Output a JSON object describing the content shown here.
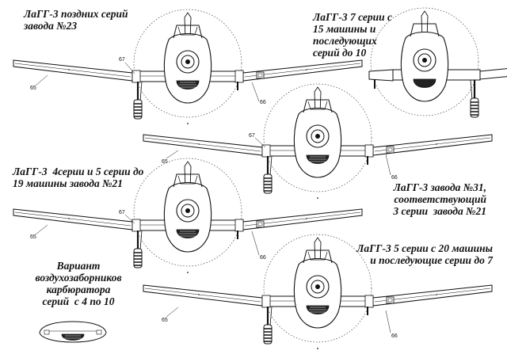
{
  "captions": {
    "v23_late": "ЛаГГ-3 поздних серий\nзавода №23",
    "v7_series": "ЛаГГ-3 7 серии с\n15 машины и\nпоследующих\nсерий до 10",
    "v4_5_series": "ЛаГГ-3  4серии и 5 серии до\n19 машины завода №21",
    "v31_plant": "ЛаГГ-3 завода №31,\nсоответствующий\n3 серии  завода №21",
    "v5_series": "ЛаГГ-3 5 серии с 20 машины\nи последующие серии до 7",
    "carb_variant": "Вариант\nвоздухозаборников\nкарбюратора\nсерий  с 4 по 10"
  },
  "callouts": {
    "n65": "65",
    "n66": "66",
    "n67": "67"
  },
  "colors": {
    "line": "#111111",
    "paper": "#ffffff"
  }
}
